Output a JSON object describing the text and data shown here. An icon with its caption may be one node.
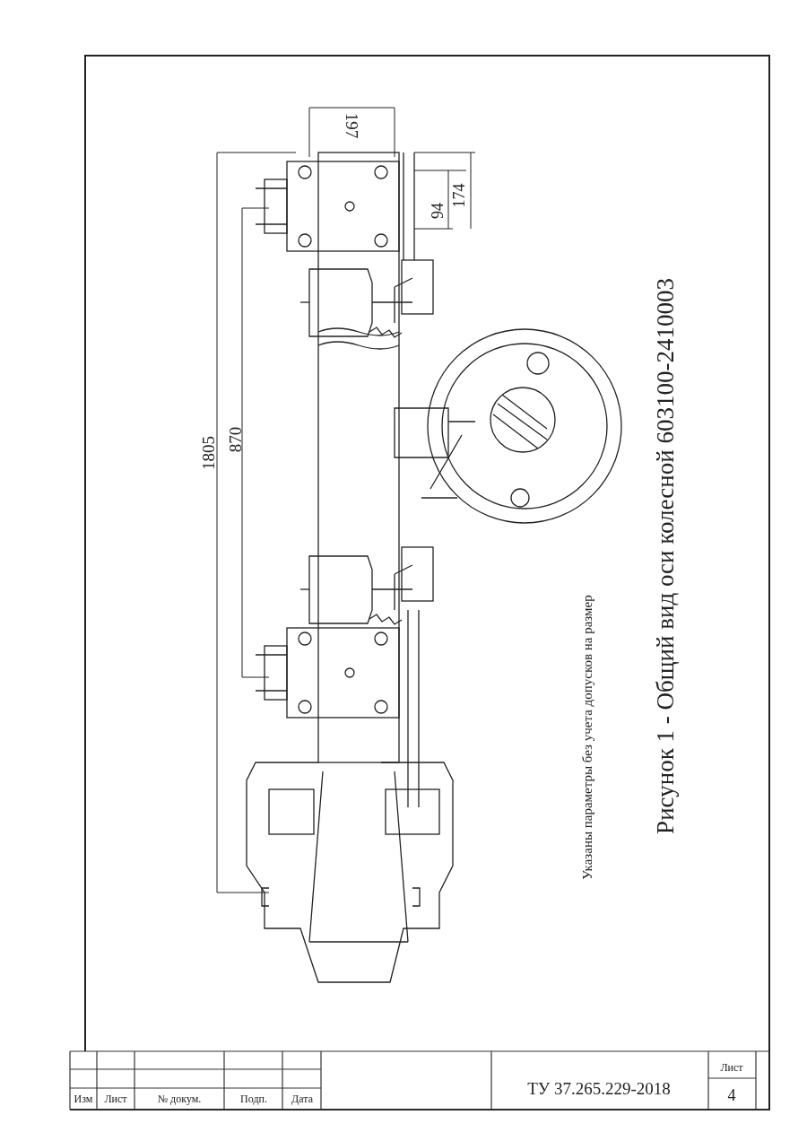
{
  "diagram": {
    "caption": "Рисунок 1 - Общий вид оси колесной 603100-2410003",
    "labels": [
      "197",
      "94",
      "174",
      "1805",
      "870",
      "Указаны параметры без учета допусков на размер",
      "Изм",
      "Лист",
      "№ докум.",
      "Подп.",
      "Дата",
      "ТУ 37.265.229-2018",
      "Лист",
      "4"
    ]
  }
}
